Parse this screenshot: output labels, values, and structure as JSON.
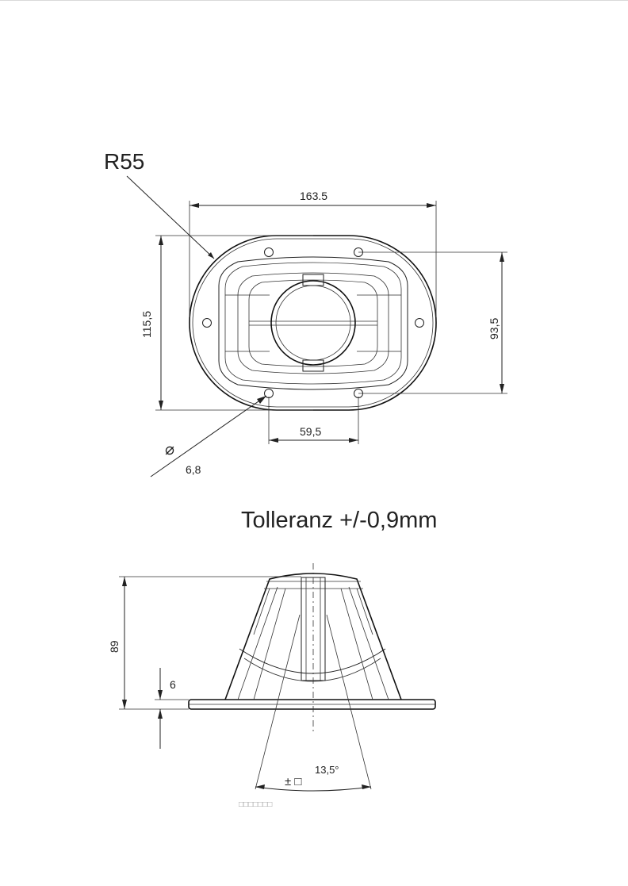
{
  "top_view": {
    "radius_label": "R55",
    "width_label": "163.5",
    "height_label": "115,5",
    "hole_spacing_vertical_label": "93,5",
    "hole_spacing_horizontal_label": "59,5",
    "hole_diameter_symbol": "⌀",
    "hole_diameter_label": "6,8"
  },
  "tolerance_note": "Tolleranz +/-0,9mm",
  "side_view": {
    "height_label": "89",
    "base_thickness_label": "6",
    "angle_label": "13,5°",
    "angle_pm_label": "± □",
    "garbled_footer": "□□□□□□□"
  }
}
